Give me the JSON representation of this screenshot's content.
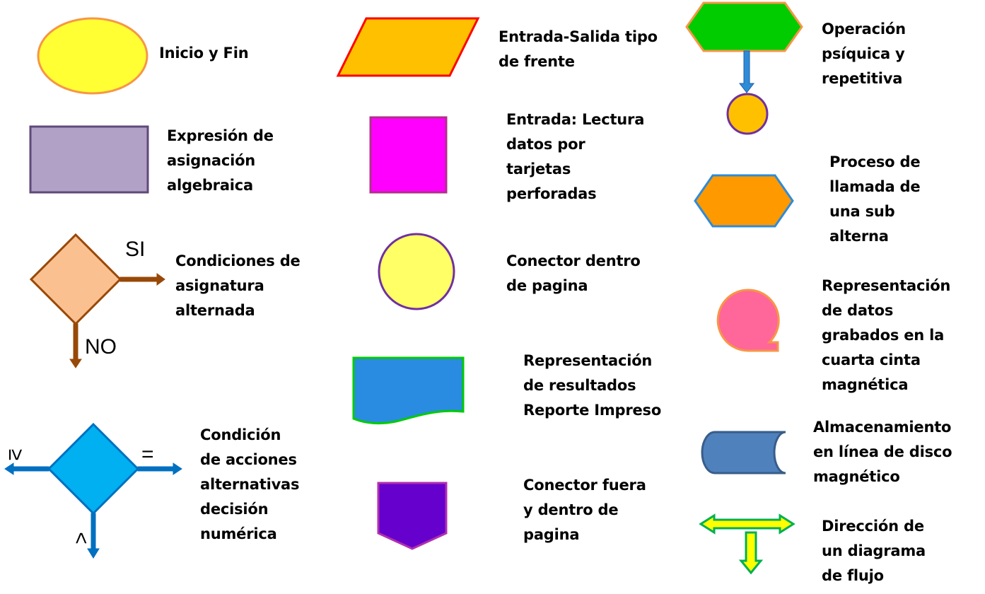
{
  "colors": {
    "inicio_fill": "#FFFF33",
    "inicio_stroke": "#F79646",
    "asignacion_fill": "#B2A1C7",
    "asignacion_stroke": "#5F497A",
    "condicion_fill": "#FAC090",
    "condicion_stroke": "#984807",
    "decision_fill": "#00B0F0",
    "decision_stroke": "#0070C0",
    "entrada_salida_fill": "#FFC000",
    "entrada_salida_stroke": "#FF0000",
    "tarjeta_fill": "#FF00FF",
    "tarjeta_stroke": "#B0308C",
    "conector_fill": "#FFFF66",
    "conector_stroke": "#7030A0",
    "reporte_fill": "#2A8CE0",
    "reporte_stroke": "#00CC00",
    "conector_fuera_fill": "#6600CC",
    "conector_fuera_stroke": "#B030B0",
    "operacion_fill": "#00CC00",
    "operacion_stroke": "#F79646",
    "llamada_fill": "#FF9900",
    "llamada_stroke": "#2E8BD8",
    "cinta_fill": "#FF6699",
    "cinta_stroke": "#F79646",
    "disco_fill": "#4F81BD",
    "disco_stroke": "#385D8A",
    "flujo_fill": "#FFFF00",
    "flujo_stroke": "#00B050"
  },
  "symbols": [
    {
      "id": "inicio",
      "lines": [
        "Inicio y Fin"
      ]
    },
    {
      "id": "asignacion",
      "lines": [
        "Expresión de",
        "asignación",
        "algebraica"
      ]
    },
    {
      "id": "condicion",
      "lines": [
        "Condiciones de",
        "asignatura",
        "alternada"
      ]
    },
    {
      "id": "decision",
      "lines": [
        "Condición",
        "de acciones",
        "alternativas",
        "decisión",
        "numérica"
      ]
    },
    {
      "id": "entrada_salida",
      "lines": [
        "Entrada-Salida tipo",
        "de frente"
      ]
    },
    {
      "id": "tarjeta",
      "lines": [
        "Entrada: Lectura",
        "datos por",
        "tarjetas",
        "perforadas"
      ]
    },
    {
      "id": "conector",
      "lines": [
        "Conector dentro",
        "de pagina"
      ]
    },
    {
      "id": "reporte",
      "lines": [
        "Representación",
        "de resultados",
        "Reporte Impreso"
      ]
    },
    {
      "id": "conector_fuera",
      "lines": [
        "Conector fuera",
        "y dentro de",
        "pagina"
      ]
    },
    {
      "id": "operacion",
      "lines": [
        "Operación",
        "psíquica y",
        "repetitiva"
      ]
    },
    {
      "id": "llamada",
      "lines": [
        "Proceso de",
        "llamada de",
        "una sub",
        "alterna"
      ]
    },
    {
      "id": "cinta",
      "lines": [
        "Representación",
        "de datos",
        "grabados en la",
        "cuarta cinta",
        "magnética"
      ]
    },
    {
      "id": "disco",
      "lines": [
        "Almacenamiento",
        "en línea de disco",
        "magnético"
      ]
    },
    {
      "id": "flujo",
      "lines": [
        "Dirección de",
        "un diagrama",
        "de flujo"
      ]
    }
  ],
  "branch_marks": {
    "si": "SI",
    "no": "NO",
    "ge": "≥",
    "eq": "=",
    "lt": "<"
  }
}
